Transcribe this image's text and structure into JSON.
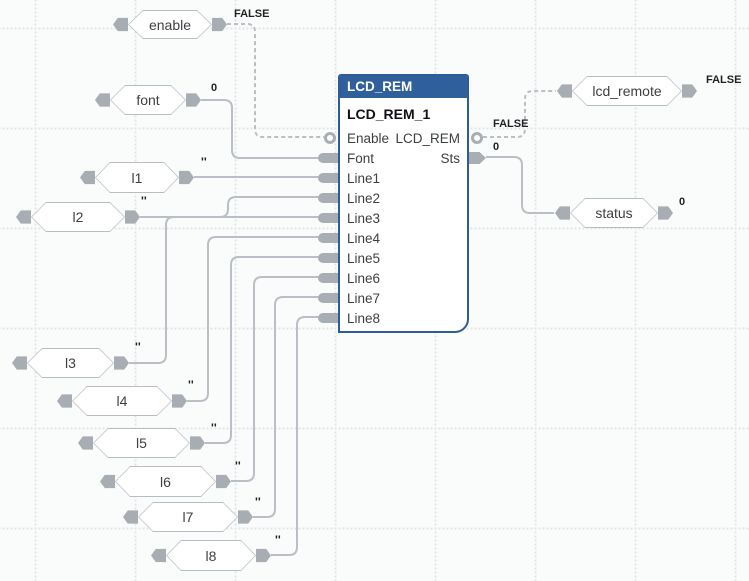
{
  "block": {
    "type_name": "LCD_REM",
    "instance_name": "LCD_REM_1",
    "inputs": [
      "Enable",
      "Font",
      "Line1",
      "Line2",
      "Line3",
      "Line4",
      "Line5",
      "Line6",
      "Line7",
      "Line8"
    ],
    "outputs": [
      {
        "name": "LCD_REM",
        "value": "FALSE"
      },
      {
        "name": "Sts",
        "value": "0"
      }
    ]
  },
  "tags": [
    {
      "id": "enable",
      "label": "enable",
      "value": "FALSE",
      "kind": "input"
    },
    {
      "id": "font",
      "label": "font",
      "value": "0",
      "kind": "input"
    },
    {
      "id": "l1",
      "label": "l1",
      "value": "''",
      "kind": "input"
    },
    {
      "id": "l2",
      "label": "l2",
      "value": "''",
      "kind": "input"
    },
    {
      "id": "l3",
      "label": "l3",
      "value": "''",
      "kind": "input"
    },
    {
      "id": "l4",
      "label": "l4",
      "value": "''",
      "kind": "input"
    },
    {
      "id": "l5",
      "label": "l5",
      "value": "''",
      "kind": "input"
    },
    {
      "id": "l6",
      "label": "l6",
      "value": "''",
      "kind": "input"
    },
    {
      "id": "l7",
      "label": "l7",
      "value": "''",
      "kind": "input"
    },
    {
      "id": "l8",
      "label": "l8",
      "value": "''",
      "kind": "input"
    },
    {
      "id": "lcd_remote",
      "label": "lcd_remote",
      "value": "FALSE",
      "kind": "output"
    },
    {
      "id": "status",
      "label": "status",
      "value": "0",
      "kind": "output"
    }
  ],
  "colors": {
    "block_header": "#30609b",
    "block_border": "#2d5d99",
    "wire": "#b9bfc4",
    "connector": "#a7adb3",
    "background": "#fafbfb",
    "value_text": "#1f2124",
    "label_text": "#3d4043"
  }
}
